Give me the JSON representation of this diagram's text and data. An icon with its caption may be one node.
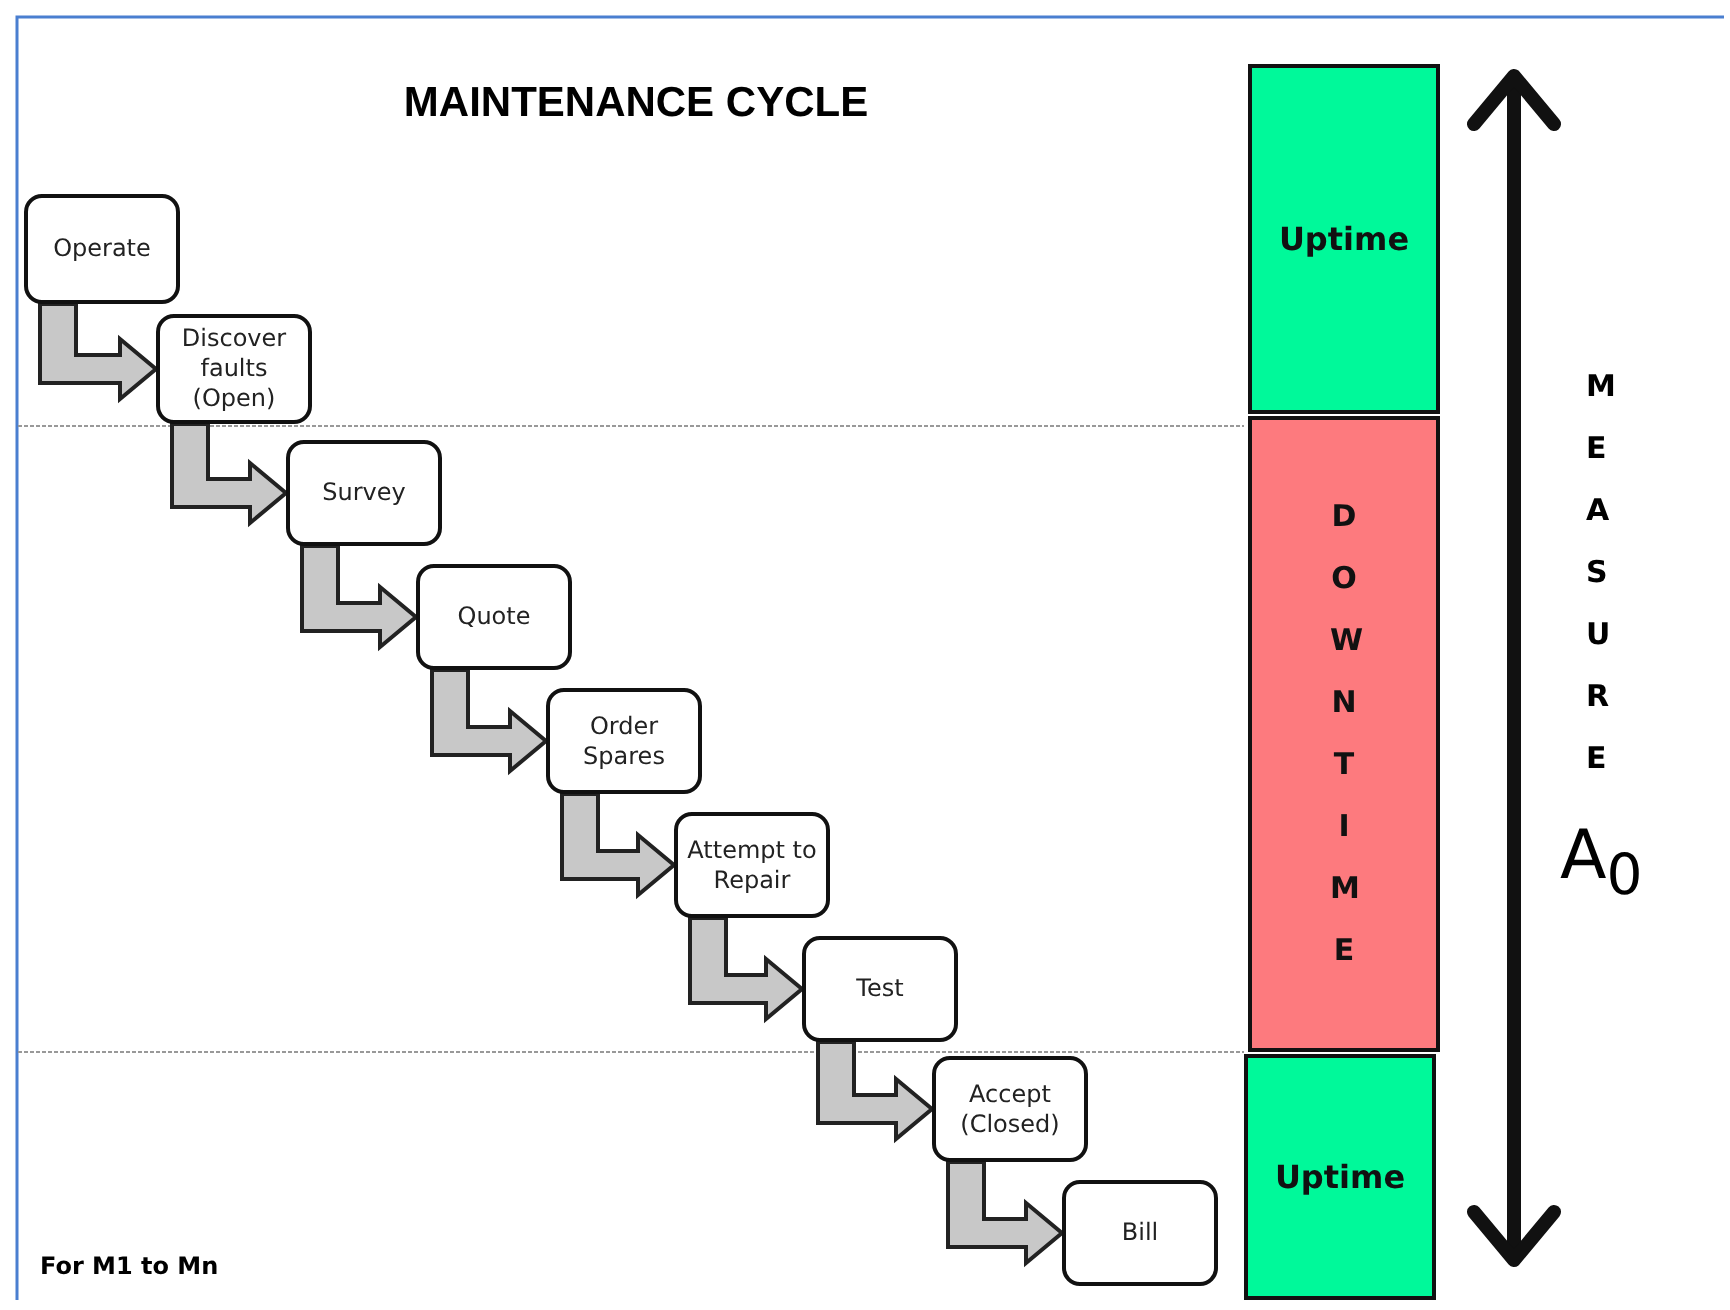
{
  "diagram": {
    "title": "MAINTENANCE CYCLE",
    "nodes": [
      {
        "text": [
          "Operate"
        ]
      },
      {
        "text": [
          "Discover faults (Open)"
        ]
      },
      {
        "text": [
          "Survey"
        ]
      },
      {
        "text": [
          "Quote"
        ]
      },
      {
        "text": [
          "Order Spares"
        ]
      },
      {
        "text": [
          "Attempt to Repair"
        ]
      },
      {
        "text": [
          "Test"
        ]
      },
      {
        "text": [
          "Accept (Closed)"
        ]
      },
      {
        "text": [
          "Bill"
        ]
      },
      {
        "text": [
          "Uptime"
        ]
      },
      {
        "text": [
          "DOWNTIME"
        ]
      },
      {
        "text": [
          "Uptime"
        ]
      }
    ],
    "edges": [
      {
        "from": 0,
        "to": 1,
        "arrow": "to"
      },
      {
        "from": 1,
        "to": 2,
        "arrow": "to"
      },
      {
        "from": 2,
        "to": 3,
        "arrow": "to"
      },
      {
        "from": 3,
        "to": 4,
        "arrow": "to"
      },
      {
        "from": 4,
        "to": 5,
        "arrow": "to"
      },
      {
        "from": 5,
        "to": 6,
        "arrow": "to"
      },
      {
        "from": 6,
        "to": 7,
        "arrow": "to"
      },
      {
        "from": 7,
        "to": 8,
        "arrow": "to"
      }
    ],
    "labels": [
      "MEASURE",
      "A$_{0}$",
      "For M1 to Mn"
    ]
  }
}
